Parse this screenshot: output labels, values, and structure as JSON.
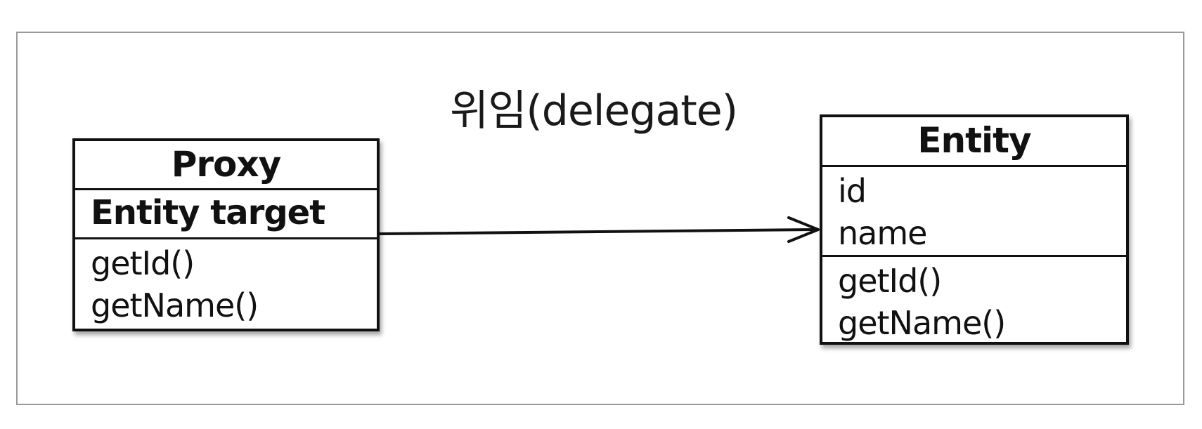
{
  "caption": "위임(delegate)",
  "classes": {
    "proxy": {
      "name": "Proxy",
      "attributes": [
        "Entity target"
      ],
      "operations": [
        "getId()",
        "getName()"
      ]
    },
    "entity": {
      "name": "Entity",
      "attributes": [
        "id",
        "name"
      ],
      "operations": [
        "getId()",
        "getName()"
      ]
    }
  },
  "relationship": {
    "from": "Proxy",
    "to": "Entity",
    "type": "delegation-arrow"
  }
}
